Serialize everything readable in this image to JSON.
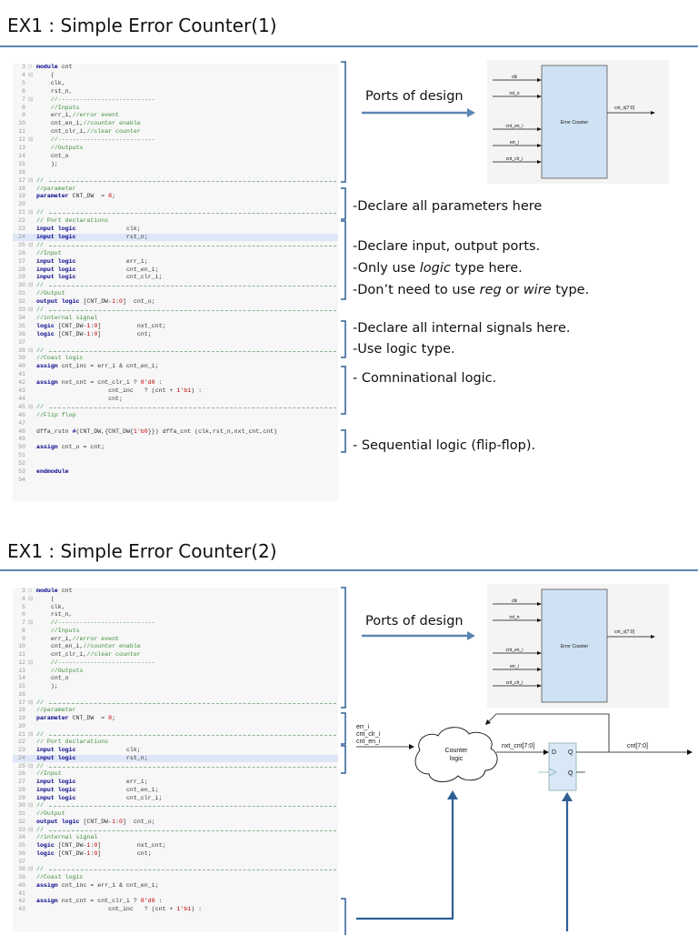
{
  "slides": [
    {
      "title": "EX1 : Simple Error Counter(1)",
      "annotations": {
        "ports": "Ports of design",
        "params": "-Declare all parameters here",
        "ports_decl_1": "-Declare input, output ports.",
        "ports_decl_2_pre": "-Only use ",
        "ports_decl_2_em": "logic",
        "ports_decl_2_post": " type here.",
        "ports_decl_3_pre": "-Don’t need to use ",
        "ports_decl_3_em1": "reg",
        "ports_decl_3_mid": " or ",
        "ports_decl_3_em2": "wire",
        "ports_decl_3_post": " type.",
        "internal_1": "-Declare all internal signals here.",
        "internal_2": "-Use logic type.",
        "comb": "- Comninational logic.",
        "seq": "- Sequential logic (flip-flop)."
      }
    },
    {
      "title": "EX1 : Simple Error Counter(2)",
      "annotations": {
        "ports": "Ports of design"
      }
    }
  ],
  "block_diagram": {
    "inputs": [
      "clk",
      "rst_n",
      "cnt_en_i",
      "err_i",
      "cnt_clr_i"
    ],
    "block_label": "Error Counter",
    "output": "cnt_o[7:0]"
  },
  "logic_diagram": {
    "inputs": [
      "err_i",
      "cnt_clr_i",
      "cnt_en_i"
    ],
    "cloud_label_1": "Counter",
    "cloud_label_2": "logic",
    "nxt_label": "nxt_cnt[7:0]",
    "ff_d": "D",
    "ff_q": "Q",
    "ff_qb": "Q",
    "out_label": "cnt[7:0]"
  },
  "code_lines_1": [
    {
      "n": "3",
      "f": "□",
      "parts": [
        [
          "k",
          "module"
        ],
        [
          "t",
          " cnt"
        ]
      ]
    },
    {
      "n": "4",
      "f": "⊟",
      "parts": [
        [
          "t",
          "    ("
        ]
      ]
    },
    {
      "n": "5",
      "f": "",
      "parts": [
        [
          "t",
          "    clk,"
        ]
      ]
    },
    {
      "n": "6",
      "f": "",
      "parts": [
        [
          "t",
          "    rst_n,"
        ]
      ]
    },
    {
      "n": "7",
      "f": "⊟",
      "parts": [
        [
          "c",
          "    //---------------------------"
        ]
      ]
    },
    {
      "n": "8",
      "f": "",
      "parts": [
        [
          "c",
          "    //Inputs"
        ]
      ]
    },
    {
      "n": "9",
      "f": "",
      "parts": [
        [
          "t",
          "    err_i,"
        ],
        [
          "c",
          "//error event"
        ]
      ]
    },
    {
      "n": "10",
      "f": "",
      "parts": [
        [
          "t",
          "    cnt_en_i,"
        ],
        [
          "c",
          "//counter enable"
        ]
      ]
    },
    {
      "n": "11",
      "f": "",
      "parts": [
        [
          "t",
          "    cnt_clr_i,"
        ],
        [
          "c",
          "//clear counter"
        ]
      ]
    },
    {
      "n": "12",
      "f": "⊟",
      "parts": [
        [
          "c",
          "    //---------------------------"
        ]
      ]
    },
    {
      "n": "13",
      "f": "",
      "parts": [
        [
          "c",
          "    //Outputs"
        ]
      ]
    },
    {
      "n": "14",
      "f": "",
      "parts": [
        [
          "t",
          "    cnt_o"
        ]
      ]
    },
    {
      "n": "15",
      "f": "",
      "parts": [
        [
          "t",
          "    );"
        ]
      ]
    },
    {
      "n": "16",
      "f": "",
      "parts": []
    },
    {
      "n": "17",
      "f": "⊟",
      "parts": [
        [
          "c",
          "//"
        ]
      ],
      "dash": true
    },
    {
      "n": "18",
      "f": "",
      "parts": [
        [
          "c",
          "//parameter"
        ]
      ]
    },
    {
      "n": "19",
      "f": "",
      "parts": [
        [
          "k",
          "parameter"
        ],
        [
          "t",
          " CNT_DW  = "
        ],
        [
          "n",
          "8"
        ],
        [
          "t",
          ";"
        ]
      ]
    },
    {
      "n": "20",
      "f": "",
      "parts": []
    },
    {
      "n": "21",
      "f": "⊟",
      "parts": [
        [
          "c",
          "//"
        ]
      ],
      "dash": true
    },
    {
      "n": "22",
      "f": "",
      "parts": [
        [
          "c",
          "// Port declarations"
        ]
      ]
    },
    {
      "n": "23",
      "f": "",
      "parts": [
        [
          "k",
          "input logic"
        ],
        [
          "t",
          "              clk;"
        ]
      ]
    },
    {
      "n": "24",
      "f": "",
      "parts": [
        [
          "k",
          "input logic"
        ],
        [
          "t",
          "              rst_n;"
        ]
      ],
      "hl": true
    },
    {
      "n": "25",
      "f": "⊟",
      "parts": [
        [
          "c",
          "//"
        ]
      ],
      "dash": true
    },
    {
      "n": "26",
      "f": "",
      "parts": [
        [
          "c",
          "//Input"
        ]
      ]
    },
    {
      "n": "27",
      "f": "",
      "parts": [
        [
          "k",
          "input logic"
        ],
        [
          "t",
          "              err_i;"
        ]
      ]
    },
    {
      "n": "28",
      "f": "",
      "parts": [
        [
          "k",
          "input logic"
        ],
        [
          "t",
          "              cnt_en_i;"
        ]
      ]
    },
    {
      "n": "29",
      "f": "",
      "parts": [
        [
          "k",
          "input logic"
        ],
        [
          "t",
          "              cnt_clr_i;"
        ]
      ]
    },
    {
      "n": "30",
      "f": "⊟",
      "parts": [
        [
          "c",
          "//"
        ]
      ],
      "dash": true
    },
    {
      "n": "31",
      "f": "",
      "parts": [
        [
          "c",
          "//Output"
        ]
      ]
    },
    {
      "n": "32",
      "f": "",
      "parts": [
        [
          "k",
          "output logic"
        ],
        [
          "t",
          " [CNT_DW-"
        ],
        [
          "n",
          "1"
        ],
        [
          "t",
          ":"
        ],
        [
          "n",
          "0"
        ],
        [
          "t",
          "]  cnt_o;"
        ]
      ]
    },
    {
      "n": "33",
      "f": "⊟",
      "parts": [
        [
          "c",
          "//"
        ]
      ],
      "dash": true
    },
    {
      "n": "34",
      "f": "",
      "parts": [
        [
          "c",
          "//internal signal"
        ]
      ]
    },
    {
      "n": "35",
      "f": "",
      "parts": [
        [
          "k",
          "logic"
        ],
        [
          "t",
          " [CNT_DW-"
        ],
        [
          "n",
          "1"
        ],
        [
          "t",
          ":"
        ],
        [
          "n",
          "0"
        ],
        [
          "t",
          "]          nxt_cnt;"
        ]
      ]
    },
    {
      "n": "36",
      "f": "",
      "parts": [
        [
          "k",
          "logic"
        ],
        [
          "t",
          " [CNT_DW-"
        ],
        [
          "n",
          "1"
        ],
        [
          "t",
          ":"
        ],
        [
          "n",
          "0"
        ],
        [
          "t",
          "]          cnt;"
        ]
      ]
    },
    {
      "n": "37",
      "f": "",
      "parts": []
    },
    {
      "n": "38",
      "f": "⊟",
      "parts": [
        [
          "c",
          "//"
        ]
      ],
      "dash": true
    },
    {
      "n": "39",
      "f": "",
      "parts": [
        [
          "c",
          "//Coast logic"
        ]
      ]
    },
    {
      "n": "40",
      "f": "",
      "parts": [
        [
          "k",
          "assign"
        ],
        [
          "t",
          " cnt_inc = err_i & cnt_en_i;"
        ]
      ]
    },
    {
      "n": "41",
      "f": "",
      "parts": []
    },
    {
      "n": "42",
      "f": "",
      "parts": [
        [
          "k",
          "assign"
        ],
        [
          "t",
          " nxt_cnt = cnt_clr_i ? "
        ],
        [
          "n",
          "8'd0"
        ],
        [
          "t",
          " :"
        ]
      ]
    },
    {
      "n": "43",
      "f": "",
      "parts": [
        [
          "t",
          "                    cnt_inc   ? (cnt + "
        ],
        [
          "n",
          "1'b1"
        ],
        [
          "t",
          ") :"
        ]
      ]
    },
    {
      "n": "44",
      "f": "",
      "parts": [
        [
          "t",
          "                    cnt;"
        ]
      ]
    },
    {
      "n": "45",
      "f": "⊟",
      "parts": [
        [
          "c",
          "//"
        ]
      ],
      "dash": true
    },
    {
      "n": "46",
      "f": "",
      "parts": [
        [
          "c",
          "//Flip flop"
        ]
      ]
    },
    {
      "n": "47",
      "f": "",
      "parts": []
    },
    {
      "n": "48",
      "f": "",
      "parts": [
        [
          "t",
          "dffa_rstn "
        ],
        [
          "k",
          "#"
        ],
        [
          "t",
          "(CNT_DW,{CNT_DW{"
        ],
        [
          "n",
          "1'b0"
        ],
        [
          "t",
          "}}) dffa_cnt (clk,rst_n,nxt_cnt,cnt)"
        ]
      ]
    },
    {
      "n": "49",
      "f": "",
      "parts": []
    },
    {
      "n": "50",
      "f": "",
      "parts": [
        [
          "k",
          "assign"
        ],
        [
          "t",
          " cnt_o = cnt;"
        ]
      ]
    },
    {
      "n": "51",
      "f": "",
      "parts": []
    },
    {
      "n": "52",
      "f": "",
      "parts": []
    },
    {
      "n": "53",
      "f": "",
      "parts": [
        [
          "k",
          "endmodule"
        ]
      ]
    },
    {
      "n": "54",
      "f": "",
      "parts": []
    }
  ],
  "code_lines_2": [
    {
      "n": "3",
      "f": "□",
      "parts": [
        [
          "k",
          "module"
        ],
        [
          "t",
          " cnt"
        ]
      ]
    },
    {
      "n": "4",
      "f": "⊟",
      "parts": [
        [
          "t",
          "    ("
        ]
      ]
    },
    {
      "n": "5",
      "f": "",
      "parts": [
        [
          "t",
          "    clk,"
        ]
      ]
    },
    {
      "n": "6",
      "f": "",
      "parts": [
        [
          "t",
          "    rst_n,"
        ]
      ]
    },
    {
      "n": "7",
      "f": "⊟",
      "parts": [
        [
          "c",
          "    //---------------------------"
        ]
      ]
    },
    {
      "n": "8",
      "f": "",
      "parts": [
        [
          "c",
          "    //Inputs"
        ]
      ]
    },
    {
      "n": "9",
      "f": "",
      "parts": [
        [
          "t",
          "    err_i,"
        ],
        [
          "c",
          "//error event"
        ]
      ]
    },
    {
      "n": "10",
      "f": "",
      "parts": [
        [
          "t",
          "    cnt_en_i,"
        ],
        [
          "c",
          "//counter enable"
        ]
      ]
    },
    {
      "n": "11",
      "f": "",
      "parts": [
        [
          "t",
          "    cnt_clr_i,"
        ],
        [
          "c",
          "//clear counter"
        ]
      ]
    },
    {
      "n": "12",
      "f": "⊟",
      "parts": [
        [
          "c",
          "    //---------------------------"
        ]
      ]
    },
    {
      "n": "13",
      "f": "",
      "parts": [
        [
          "c",
          "    //Outputs"
        ]
      ]
    },
    {
      "n": "14",
      "f": "",
      "parts": [
        [
          "t",
          "    cnt_o"
        ]
      ]
    },
    {
      "n": "15",
      "f": "",
      "parts": [
        [
          "t",
          "    );"
        ]
      ]
    },
    {
      "n": "16",
      "f": "",
      "parts": []
    },
    {
      "n": "17",
      "f": "⊟",
      "parts": [
        [
          "c",
          "//"
        ]
      ],
      "dash": true
    },
    {
      "n": "18",
      "f": "",
      "parts": [
        [
          "c",
          "//parameter"
        ]
      ]
    },
    {
      "n": "19",
      "f": "",
      "parts": [
        [
          "k",
          "parameter"
        ],
        [
          "t",
          " CNT_DW  = "
        ],
        [
          "n",
          "8"
        ],
        [
          "t",
          ";"
        ]
      ]
    },
    {
      "n": "20",
      "f": "",
      "parts": []
    },
    {
      "n": "21",
      "f": "⊟",
      "parts": [
        [
          "c",
          "//"
        ]
      ],
      "dash": true
    },
    {
      "n": "22",
      "f": "",
      "parts": [
        [
          "c",
          "// Port declarations"
        ]
      ]
    },
    {
      "n": "23",
      "f": "",
      "parts": [
        [
          "k",
          "input logic"
        ],
        [
          "t",
          "              clk;"
        ]
      ]
    },
    {
      "n": "24",
      "f": "",
      "parts": [
        [
          "k",
          "input logic"
        ],
        [
          "t",
          "              rst_n;"
        ]
      ],
      "hl": true
    },
    {
      "n": "25",
      "f": "⊟",
      "parts": [
        [
          "c",
          "//"
        ]
      ],
      "dash": true
    },
    {
      "n": "26",
      "f": "",
      "parts": [
        [
          "c",
          "//Input"
        ]
      ]
    },
    {
      "n": "27",
      "f": "",
      "parts": [
        [
          "k",
          "input logic"
        ],
        [
          "t",
          "              err_i;"
        ]
      ]
    },
    {
      "n": "28",
      "f": "",
      "parts": [
        [
          "k",
          "input logic"
        ],
        [
          "t",
          "              cnt_en_i;"
        ]
      ]
    },
    {
      "n": "29",
      "f": "",
      "parts": [
        [
          "k",
          "input logic"
        ],
        [
          "t",
          "              cnt_clr_i;"
        ]
      ]
    },
    {
      "n": "30",
      "f": "⊟",
      "parts": [
        [
          "c",
          "//"
        ]
      ],
      "dash": true
    },
    {
      "n": "31",
      "f": "",
      "parts": [
        [
          "c",
          "//Output"
        ]
      ]
    },
    {
      "n": "32",
      "f": "",
      "parts": [
        [
          "k",
          "output logic"
        ],
        [
          "t",
          " [CNT_DW-"
        ],
        [
          "n",
          "1"
        ],
        [
          "t",
          ":"
        ],
        [
          "n",
          "0"
        ],
        [
          "t",
          "]  cnt_o;"
        ]
      ]
    },
    {
      "n": "33",
      "f": "⊟",
      "parts": [
        [
          "c",
          "//"
        ]
      ],
      "dash": true
    },
    {
      "n": "34",
      "f": "",
      "parts": [
        [
          "c",
          "//internal signal"
        ]
      ]
    },
    {
      "n": "35",
      "f": "",
      "parts": [
        [
          "k",
          "logic"
        ],
        [
          "t",
          " [CNT_DW-"
        ],
        [
          "n",
          "1"
        ],
        [
          "t",
          ":"
        ],
        [
          "n",
          "0"
        ],
        [
          "t",
          "]          nxt_cnt;"
        ]
      ]
    },
    {
      "n": "36",
      "f": "",
      "parts": [
        [
          "k",
          "logic"
        ],
        [
          "t",
          " [CNT_DW-"
        ],
        [
          "n",
          "1"
        ],
        [
          "t",
          ":"
        ],
        [
          "n",
          "0"
        ],
        [
          "t",
          "]          cnt;"
        ]
      ]
    },
    {
      "n": "37",
      "f": "",
      "parts": []
    },
    {
      "n": "38",
      "f": "⊟",
      "parts": [
        [
          "c",
          "//"
        ]
      ],
      "dash": true
    },
    {
      "n": "39",
      "f": "",
      "parts": [
        [
          "c",
          "//Coast logic"
        ]
      ]
    },
    {
      "n": "40",
      "f": "",
      "parts": [
        [
          "k",
          "assign"
        ],
        [
          "t",
          " cnt_inc = err_i & cnt_en_i;"
        ]
      ]
    },
    {
      "n": "41",
      "f": "",
      "parts": []
    },
    {
      "n": "42",
      "f": "",
      "parts": [
        [
          "k",
          "assign"
        ],
        [
          "t",
          " nxt_cnt = cnt_clr_i ? "
        ],
        [
          "n",
          "8'd0"
        ],
        [
          "t",
          " :"
        ]
      ]
    },
    {
      "n": "43",
      "f": "",
      "parts": [
        [
          "t",
          "                    cnt_inc   ? (cnt + "
        ],
        [
          "n",
          "1'b1"
        ],
        [
          "t",
          ") :"
        ]
      ]
    }
  ]
}
